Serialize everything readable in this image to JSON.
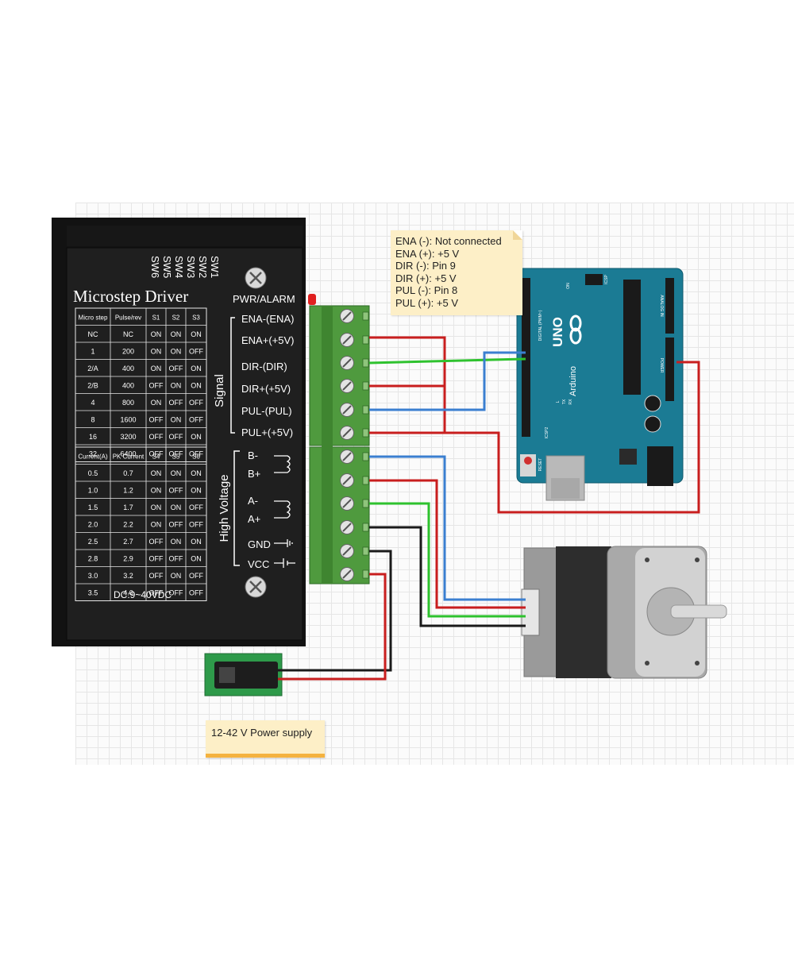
{
  "driver": {
    "title": "Microstep Driver",
    "power_label": "PWR/ALARM",
    "dc_label": "DC:9~40VDC",
    "switches": [
      "SW6",
      "SW5",
      "SW4",
      "SW3",
      "SW2",
      "SW1"
    ],
    "signal_group": "Signal",
    "hv_group": "High Voltage",
    "signal_terminals": [
      "ENA-(ENA)",
      "ENA+(+5V)",
      "DIR-(DIR)",
      "DIR+(+5V)",
      "PUL-(PUL)",
      "PUL+(+5V)"
    ],
    "power_terminals": [
      "B-",
      "B+",
      "A-",
      "A+",
      "GND",
      "VCC"
    ],
    "microstep_header": [
      "Micro step",
      "Pulse/rev",
      "S1",
      "S2",
      "S3"
    ],
    "microstep_rows": [
      [
        "NC",
        "NC",
        "ON",
        "ON",
        "ON"
      ],
      [
        "1",
        "200",
        "ON",
        "ON",
        "OFF"
      ],
      [
        "2/A",
        "400",
        "ON",
        "OFF",
        "ON"
      ],
      [
        "2/B",
        "400",
        "OFF",
        "ON",
        "ON"
      ],
      [
        "4",
        "800",
        "ON",
        "OFF",
        "OFF"
      ],
      [
        "8",
        "1600",
        "OFF",
        "ON",
        "OFF"
      ],
      [
        "16",
        "3200",
        "OFF",
        "OFF",
        "ON"
      ],
      [
        "32",
        "6400",
        "OFF",
        "OFF",
        "OFF"
      ]
    ],
    "current_header": [
      "Current(A)",
      "PK Current",
      "S4",
      "S5",
      "S6"
    ],
    "current_rows": [
      [
        "0.5",
        "0.7",
        "ON",
        "ON",
        "ON"
      ],
      [
        "1.0",
        "1.2",
        "ON",
        "OFF",
        "ON"
      ],
      [
        "1.5",
        "1.7",
        "ON",
        "ON",
        "OFF"
      ],
      [
        "2.0",
        "2.2",
        "ON",
        "OFF",
        "OFF"
      ],
      [
        "2.5",
        "2.7",
        "OFF",
        "ON",
        "ON"
      ],
      [
        "2.8",
        "2.9",
        "OFF",
        "OFF",
        "ON"
      ],
      [
        "3.0",
        "3.2",
        "OFF",
        "ON",
        "OFF"
      ],
      [
        "3.5",
        "4.0",
        "OFF",
        "OFF",
        "OFF"
      ]
    ]
  },
  "arduino": {
    "brand": "Arduino",
    "model": "UNO",
    "icsp": "ICSP",
    "icsp2": "ICSP2",
    "reset": "RESET",
    "digital": "DIGITAL (PWM~)",
    "analog": "ANALOG IN",
    "power": "POWER",
    "on": "ON",
    "tx": "TX",
    "rx": "RX",
    "l": "L"
  },
  "notes": {
    "pins": [
      "ENA (-): Not connected",
      "ENA (+): +5 V",
      "DIR (-): Pin  9",
      "DIR (+): +5 V",
      "PUL (-): Pin 8",
      "PUL (+): +5 V"
    ],
    "power": "12-42 V Power supply"
  },
  "colors": {
    "red": "#c81e1e",
    "green": "#2ec22e",
    "blue": "#3b7fd0",
    "black": "#1a1a1a",
    "arduino": "#1b7b94",
    "driver": "#1c1c1c",
    "terminal": "#4f9a3e"
  }
}
